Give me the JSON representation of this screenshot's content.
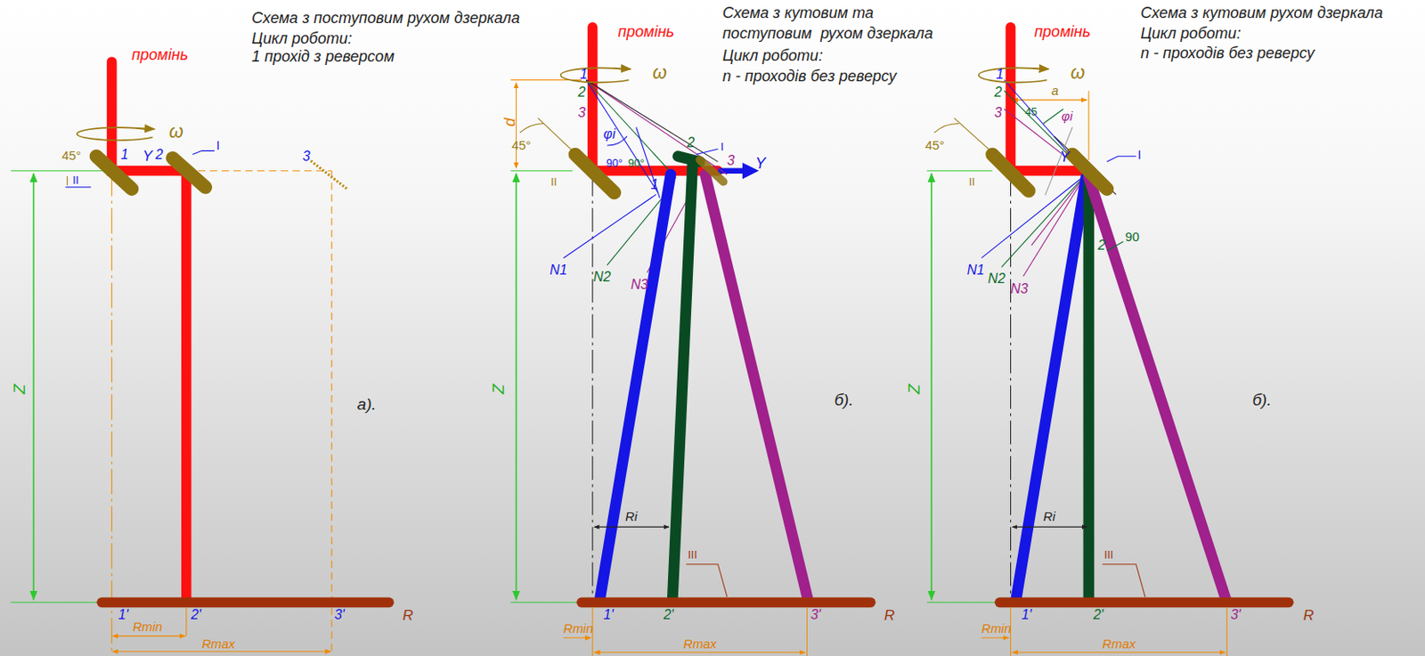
{
  "diagram": {
    "labels": [
      "Схема з поступовим рухом дзеркала",
      "Цикл роботи:",
      "1 прохід з реверсом",
      "промінь",
      "ω",
      "45°",
      "1",
      "Y",
      "2",
      "I",
      "3",
      "II",
      "Z",
      "а).",
      "1'",
      "2'",
      "3'",
      "R",
      "Rmin",
      "Rmax",
      "Схема з кутовим та",
      "поступовим  рухом дзеркала",
      "Цикл роботи:",
      "n - проходів без реверсу",
      "промінь",
      "ω",
      "1",
      "2",
      "3",
      "d",
      "45°",
      "φi",
      "90°",
      "90°",
      "2",
      "I",
      "3",
      "Y",
      "II",
      "1",
      "N1",
      "N2",
      "N3",
      "Z",
      "б).",
      "Ri",
      "III",
      "1'",
      "2'",
      "3'",
      "R",
      "Rmin",
      "Rmax",
      "Схема з кутовим рухом дзеркала",
      "Цикл роботи:",
      "n - проходів без реверсу",
      "промінь",
      "ω",
      "1",
      "2",
      "3",
      "a",
      "45°",
      "φi",
      "45",
      "Y",
      "I",
      "II",
      "2",
      "90",
      "N1",
      "N2",
      "N3",
      "Z",
      "б).",
      "Ri",
      "III",
      "1'",
      "2'",
      "3'",
      "R",
      "Rmin",
      "Rmax"
    ]
  }
}
